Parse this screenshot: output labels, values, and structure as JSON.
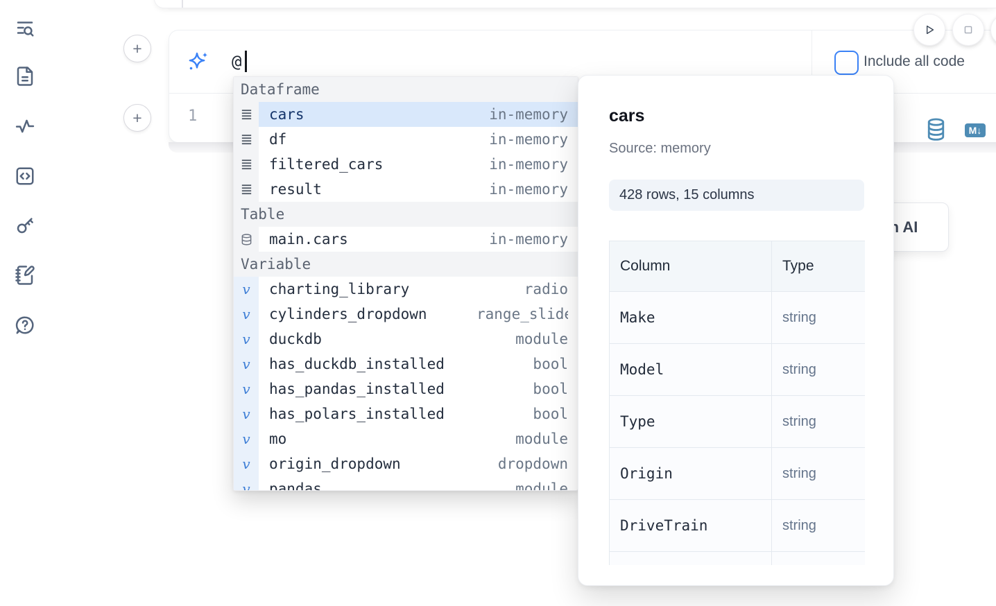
{
  "colors": {
    "accent_blue": "#3b82f6",
    "steel_blue": "#4e8cb5",
    "selected_row_bg": "#d9e8fb",
    "selected_row_text": "#15356b",
    "section_header_bg": "#f3f4f6",
    "variable_gutter_bg": "#e9f1fb"
  },
  "sidebar": {
    "icons": [
      "list-search",
      "file-text",
      "activity",
      "code-square",
      "key",
      "notebook-pen",
      "help-chat"
    ]
  },
  "cell": {
    "plus": "+",
    "prompt_value": "@",
    "include_label": "Include all code",
    "include_checked": false,
    "line_number": "1",
    "markdown_badge": "M↓"
  },
  "ai_button": {
    "label": "Generate with AI"
  },
  "autocomplete": {
    "headers": {
      "dataframe": "Dataframe",
      "table": "Table",
      "variable": "Variable"
    },
    "df_items": [
      {
        "name": "cars",
        "type": "in-memory",
        "selected": true
      },
      {
        "name": "df",
        "type": "in-memory",
        "selected": false
      },
      {
        "name": "filtered_cars",
        "type": "in-memory",
        "selected": false
      },
      {
        "name": "result",
        "type": "in-memory",
        "selected": false
      }
    ],
    "table_items": [
      {
        "name": "main.cars",
        "type": "in-memory"
      }
    ],
    "var_items": [
      {
        "name": "charting_library",
        "type": "radio"
      },
      {
        "name": "cylinders_dropdown",
        "type": "range_slider"
      },
      {
        "name": "duckdb",
        "type": "module"
      },
      {
        "name": "has_duckdb_installed",
        "type": "bool"
      },
      {
        "name": "has_pandas_installed",
        "type": "bool"
      },
      {
        "name": "has_polars_installed",
        "type": "bool"
      },
      {
        "name": "mo",
        "type": "module"
      },
      {
        "name": "origin_dropdown",
        "type": "dropdown"
      },
      {
        "name": "pandas",
        "type": "module"
      }
    ]
  },
  "preview": {
    "title": "cars",
    "source": "Source: memory",
    "shape": "428 rows, 15 columns",
    "col_header": "Column",
    "type_header": "Type",
    "columns": [
      {
        "name": "Make",
        "type": "string"
      },
      {
        "name": "Model",
        "type": "string"
      },
      {
        "name": "Type",
        "type": "string"
      },
      {
        "name": "Origin",
        "type": "string"
      },
      {
        "name": "DriveTrain",
        "type": "string"
      },
      {
        "name": "",
        "type": ""
      }
    ]
  }
}
